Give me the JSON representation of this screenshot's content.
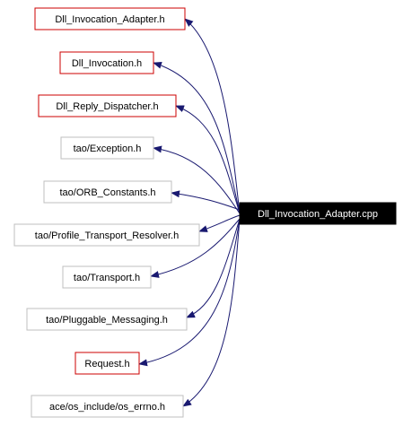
{
  "root": {
    "label": "Dll_Invocation_Adapter.cpp"
  },
  "includes": [
    {
      "label": "Dll_Invocation_Adapter.h",
      "documented": true
    },
    {
      "label": "Dll_Invocation.h",
      "documented": true
    },
    {
      "label": "Dll_Reply_Dispatcher.h",
      "documented": true
    },
    {
      "label": "tao/Exception.h",
      "documented": false
    },
    {
      "label": "tao/ORB_Constants.h",
      "documented": false
    },
    {
      "label": "tao/Profile_Transport_Resolver.h",
      "documented": false
    },
    {
      "label": "tao/Transport.h",
      "documented": false
    },
    {
      "label": "tao/Pluggable_Messaging.h",
      "documented": false
    },
    {
      "label": "Request.h",
      "documented": true
    },
    {
      "label": "ace/os_include/os_errno.h",
      "documented": false
    }
  ],
  "colors": {
    "edge": "#191970",
    "documented_border": "#cc0000",
    "undocumented_border": "#bfbfbf",
    "root_fill": "#000000",
    "root_text": "#ffffff"
  }
}
